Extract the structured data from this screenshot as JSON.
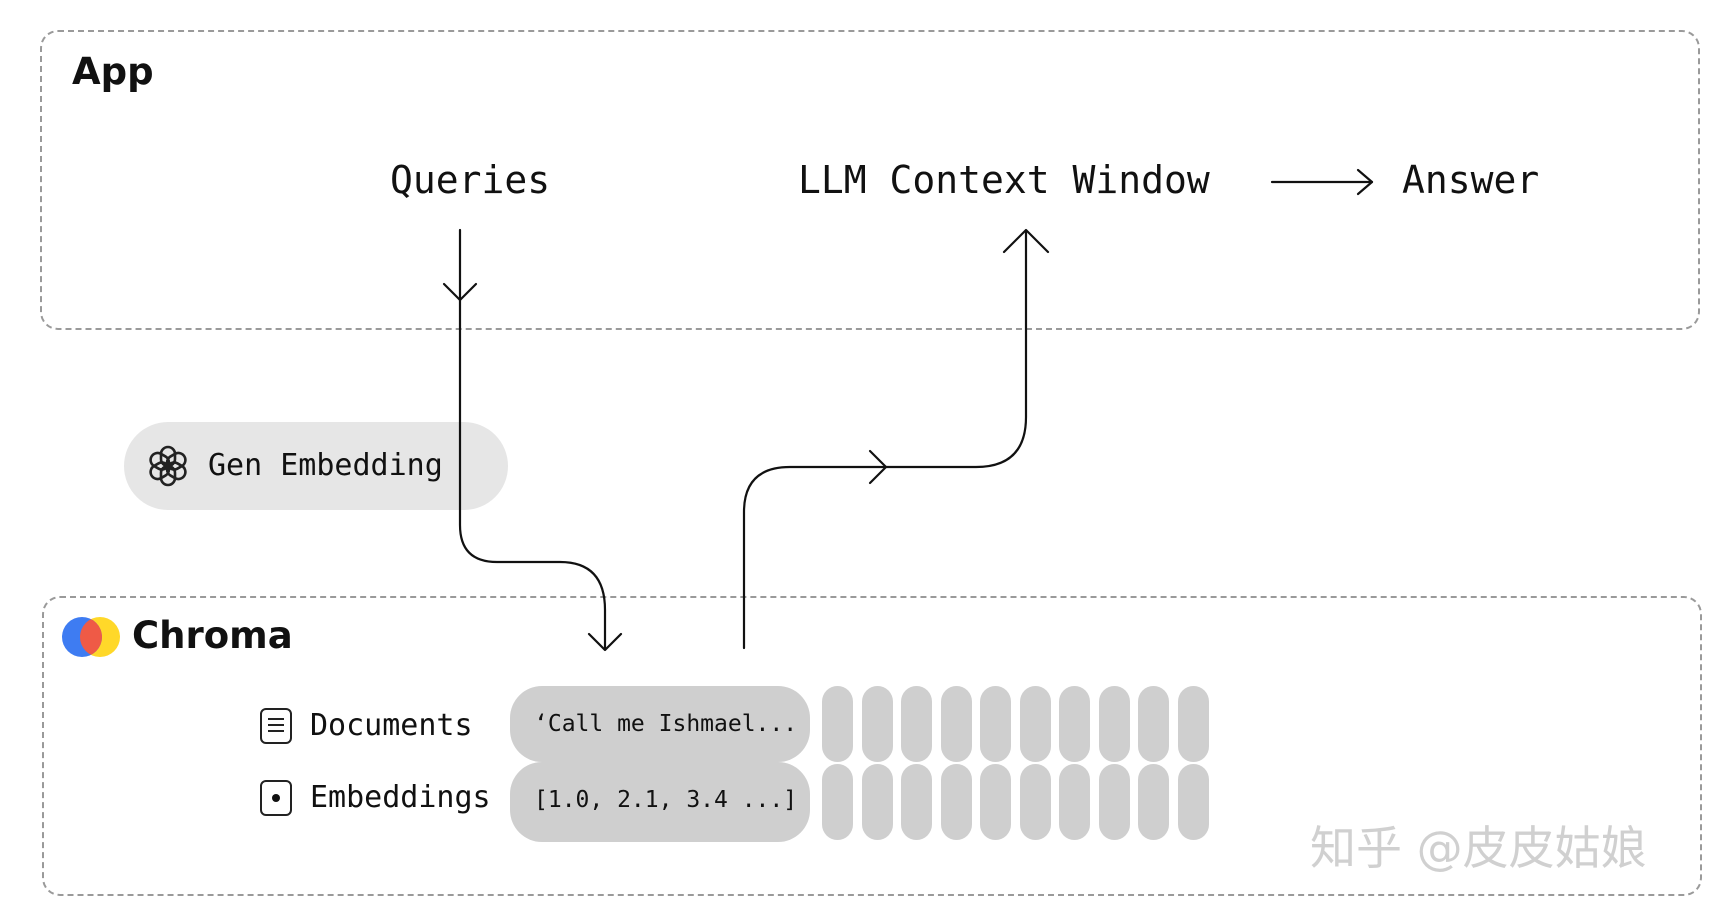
{
  "app": {
    "title": "App"
  },
  "flow": {
    "queries": "Queries",
    "context_window": "LLM Context Window",
    "answer": "Answer"
  },
  "embedding": {
    "label": "Gen Embedding",
    "icon": "openai-logo-icon"
  },
  "chroma": {
    "title": "Chroma",
    "logo": "chroma-logo-icon",
    "logo_colors": [
      "#3e7cf2",
      "#ef5a46",
      "#ffd829"
    ],
    "rows": [
      {
        "label": "Documents",
        "icon": "document-icon",
        "value": "‘Call me Ishmael..."
      },
      {
        "label": "Embeddings",
        "icon": "embedding-icon",
        "value": "[1.0, 2.1, 3.4 ...]"
      }
    ],
    "extra_columns": 10
  },
  "watermark": "知乎 @皮皮姑娘"
}
